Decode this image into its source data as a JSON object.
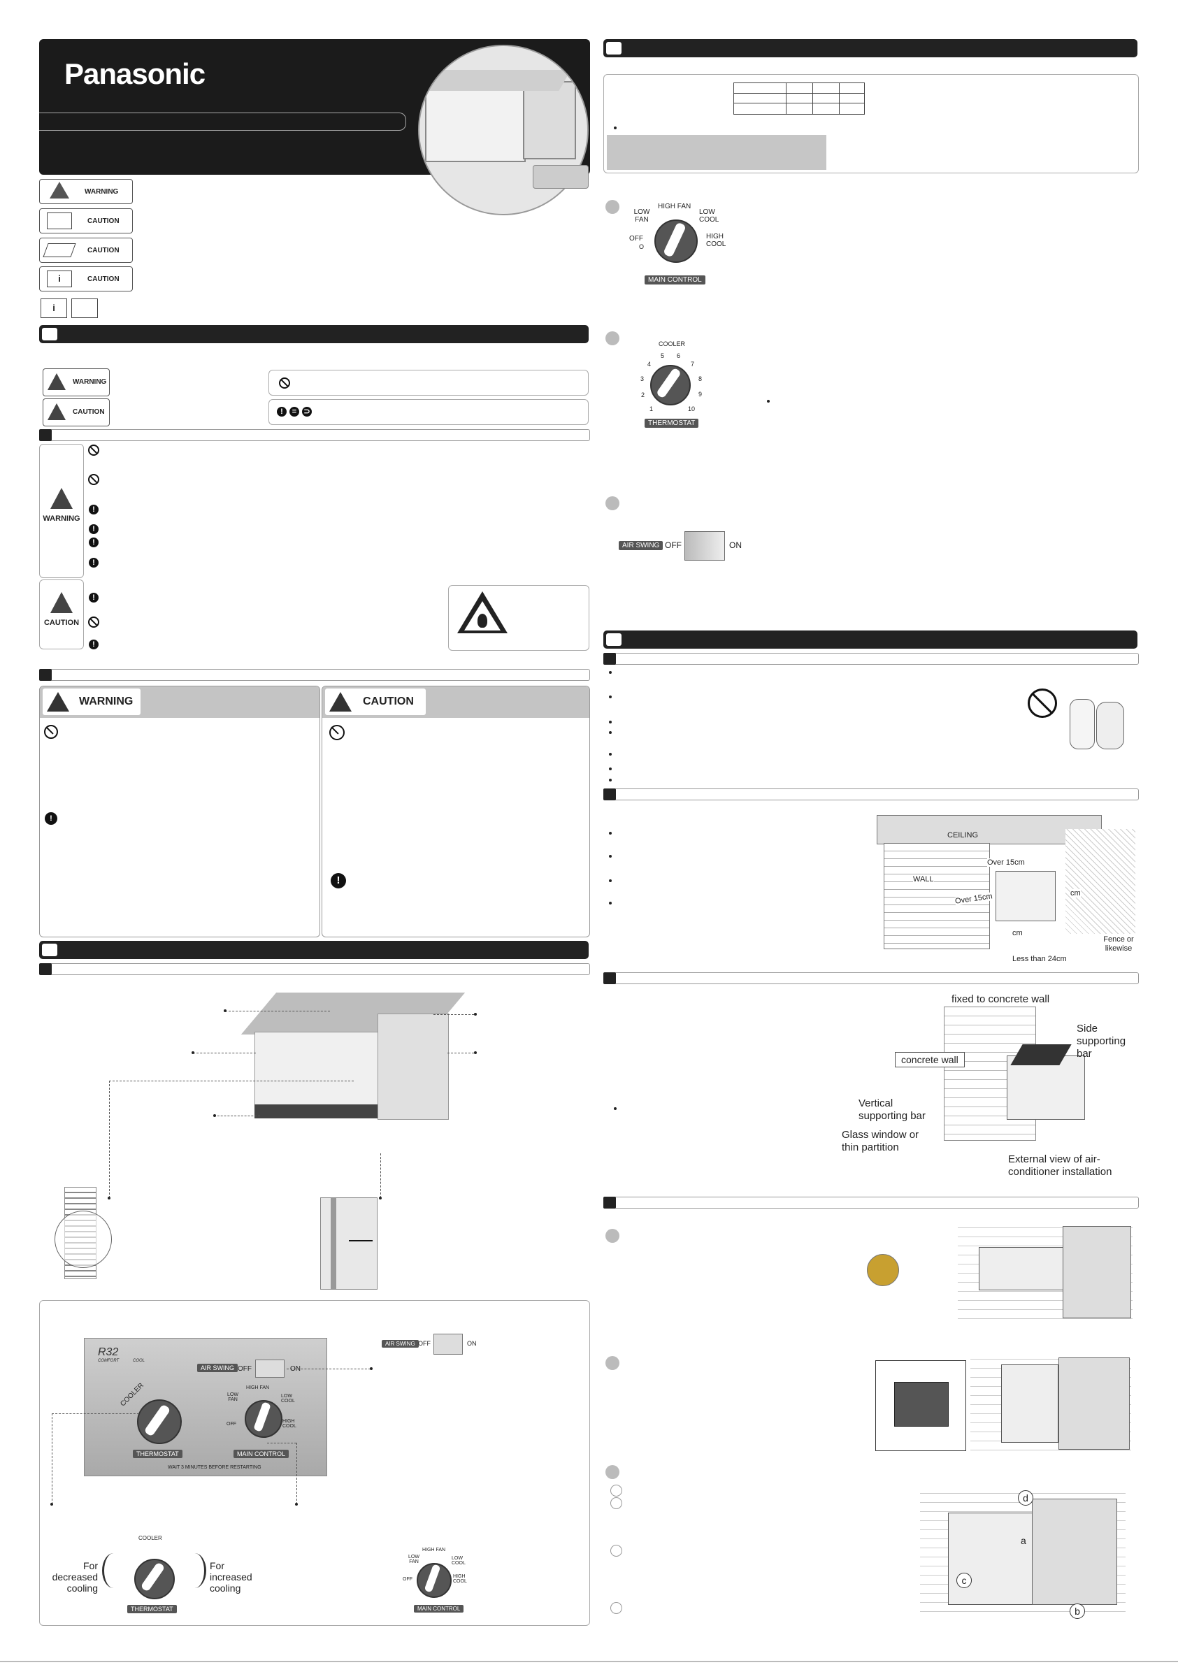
{
  "brand": "Panasonic",
  "labels": {
    "warning": "WARNING",
    "caution": "CAUTION"
  },
  "main_control": {
    "label": "MAIN CONTROL",
    "off": "OFF",
    "off_symbol": "O",
    "low_fan": "LOW FAN",
    "high_fan": "HIGH FAN",
    "low_cool": "LOW COOL",
    "high_cool": "HIGH COOL"
  },
  "thermostat": {
    "label": "THERMOSTAT",
    "cooler": "COOLER",
    "scale": [
      "1",
      "2",
      "3",
      "4",
      "5",
      "6",
      "7",
      "8",
      "9",
      "10"
    ],
    "decreased": "For decreased cooling",
    "increased": "For increased cooling"
  },
  "air_swing": {
    "label": "AIR SWING",
    "off": "OFF",
    "on": "ON"
  },
  "panel": {
    "refrigerant": "R32",
    "comfort": "COMFORT",
    "cool": "COOL",
    "wait": "WAIT 3 MINUTES BEFORE RESTARTING"
  },
  "installation": {
    "ceiling": "CEILING",
    "wall": "WALL",
    "over15a": "Over 15cm",
    "over15b": "Over 15cm",
    "cm1": "cm",
    "cm2": "cm",
    "fence": "Fence or likewise",
    "less24": "Less than 24cm"
  },
  "mounting": {
    "fixed": "fixed to concrete wall",
    "side_bar": "Side supporting bar",
    "concrete": "concrete wall",
    "vertical": "Vertical supporting bar",
    "glass": "Glass window or thin partition",
    "external": "External view of air-conditioner installation"
  },
  "filter_letters": [
    "a",
    "b",
    "c",
    "d"
  ],
  "colors": {
    "dark": "#222222",
    "panel_grey": "#bdbdbd"
  }
}
